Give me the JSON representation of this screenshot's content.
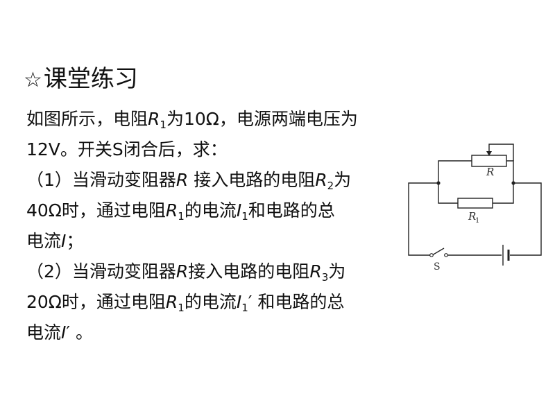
{
  "heading": {
    "star": "☆",
    "title": "课堂练习"
  },
  "problem": {
    "l1a": "如图所示，电阻",
    "l1b": "R",
    "l1c": "1",
    "l1d": "为10Ω，电源两端电压为",
    "l2": "12V。开关S闭合后，求：",
    "l3a": "（1）当滑动变阻器",
    "l3b": "R",
    "l3c": " 接入电路的电阻",
    "l3d": "R",
    "l3e": "2",
    "l3f": "为",
    "l4a": "40Ω时，通过电阻",
    "l4b": "R",
    "l4c": "1",
    "l4d": "的电流",
    "l4e": "I",
    "l4f": "1",
    "l4g": "和电路的总",
    "l5a": "电流",
    "l5b": "I",
    "l5c": "；",
    "l6a": "（2）当滑动变阻器",
    "l6b": "R",
    "l6c": "接入电路的电阻",
    "l6d": "R",
    "l6e": "3",
    "l6f": "为",
    "l7a": "20Ω时，通过电阻",
    "l7b": "R",
    "l7c": "1",
    "l7d": "的电流",
    "l7e": "I",
    "l7f": "1",
    "l7g": "′ 和电路的总",
    "l8a": "电流",
    "l8b": "I",
    "l8c": "′ 。"
  },
  "circuit": {
    "rheostat_label": "R",
    "resistor_label": "R",
    "resistor_sub": "1",
    "switch_label": "S"
  }
}
